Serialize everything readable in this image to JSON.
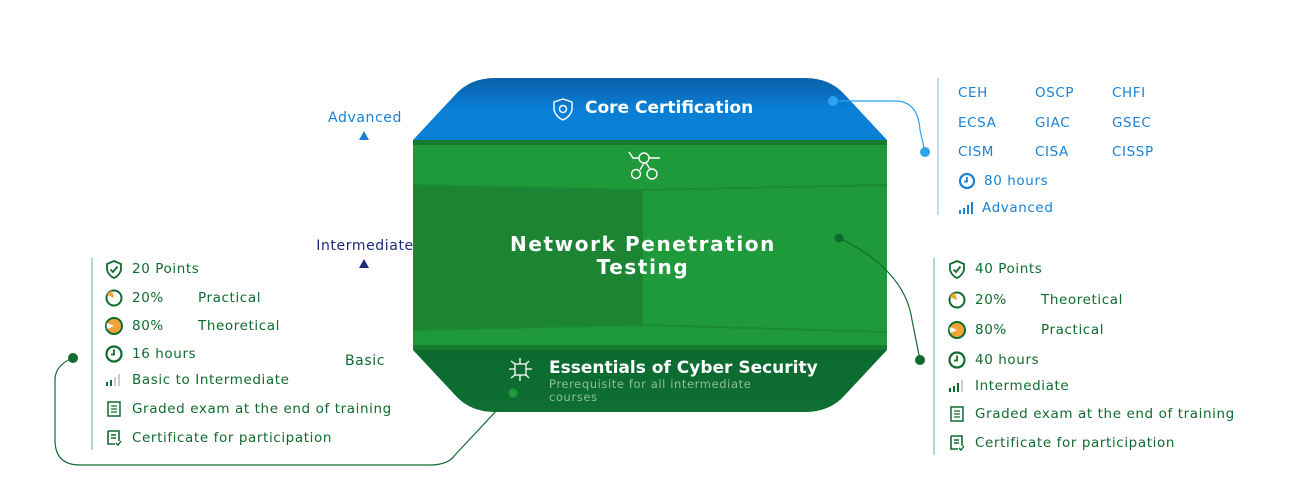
{
  "levels": {
    "advanced": "Advanced",
    "intermediate": "Intermediate",
    "basic": "Basic"
  },
  "tiers": {
    "core": {
      "title": "Core Certification",
      "color": "#0a7fd6"
    },
    "middle": {
      "title_line1": "Network Penetration",
      "title_line2": "Testing",
      "color": "#1f9a3a"
    },
    "base": {
      "title": "Essentials of Cyber Security",
      "subtitle_line1": "Prerequisite for all intermediate",
      "subtitle_line2": "courses",
      "color": "#0f6e30"
    }
  },
  "core_details": {
    "certifications": [
      "CEH",
      "OSCP",
      "CHFI",
      "ECSA",
      "GIAC",
      "GSEC",
      "CISM",
      "CISA",
      "CISSP"
    ],
    "hours": "80 hours",
    "level": "Advanced"
  },
  "intermediate_details": {
    "points": "40 Points",
    "split": [
      {
        "pct": "20%",
        "label": "Theoretical"
      },
      {
        "pct": "80%",
        "label": "Practical"
      }
    ],
    "hours": "40 hours",
    "level": "Intermediate",
    "exam": "Graded exam at the end of training",
    "certificate": "Certificate for participation"
  },
  "basic_details": {
    "points": "20 Points",
    "split": [
      {
        "pct": "20%",
        "label": "Practical"
      },
      {
        "pct": "80%",
        "label": "Theoretical"
      }
    ],
    "hours": "16 hours",
    "level": "Basic to Intermediate",
    "exam": "Graded exam at the end of training",
    "certificate": "Certificate for participation"
  },
  "colors": {
    "blue": "#0a7fd6",
    "green": "#1f9a3a",
    "dark_green": "#116b2e",
    "orange": "#f2a33a",
    "navy": "#1c2a7a"
  }
}
